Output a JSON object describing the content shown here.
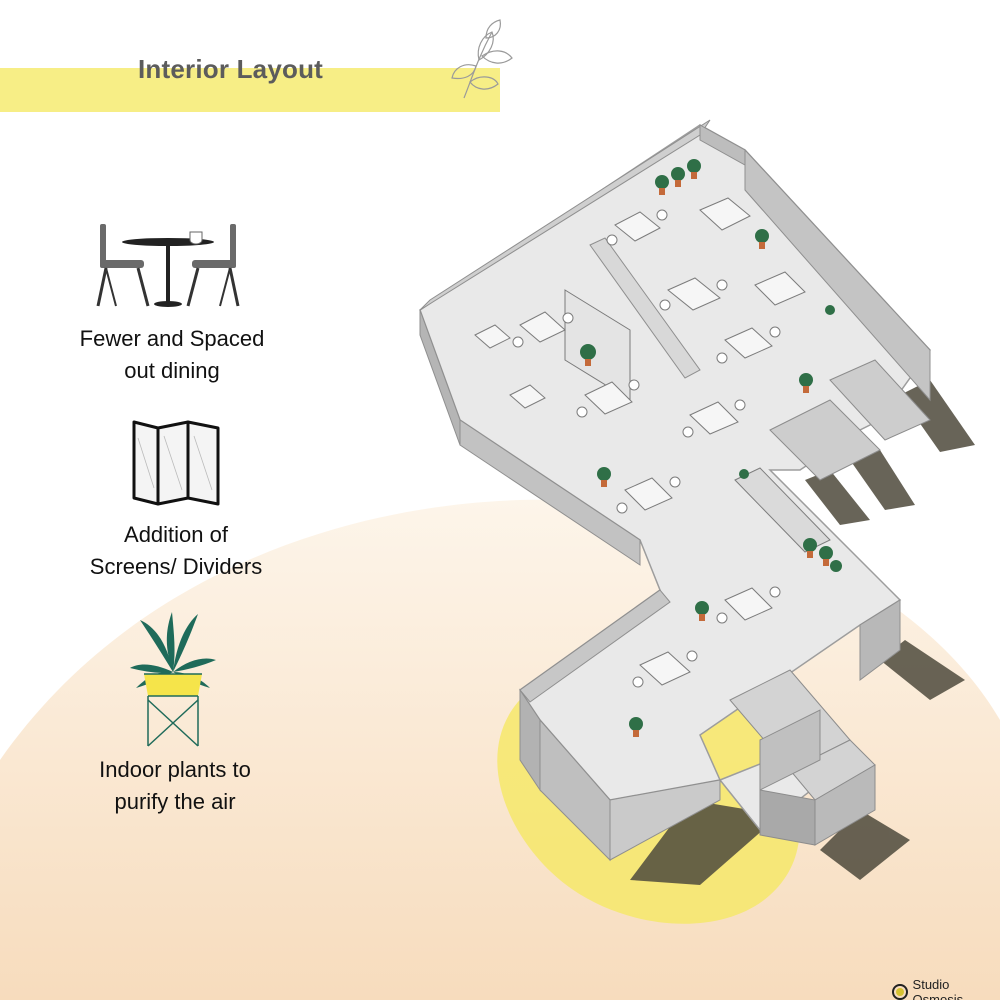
{
  "title": "Interior Layout",
  "colors": {
    "accent_yellow": "#f7ee86",
    "blob_yellow": "#f6e86a",
    "warm_gradient_top": "#fdf3e6",
    "warm_gradient_bottom": "#f6d9b8",
    "title_text": "#5c5c5c",
    "wall_grey": "#c9c9c9",
    "floor_light": "#ececec"
  },
  "features": [
    {
      "icon": "dining-table-icon",
      "label_line1": "Fewer and Spaced",
      "label_line2": "out dining"
    },
    {
      "icon": "folding-screen-icon",
      "label_line1": "Addition of",
      "label_line2": "Screens/ Dividers"
    },
    {
      "icon": "potted-plant-icon",
      "label_line1": "Indoor plants to",
      "label_line2": "purify the air"
    }
  ],
  "decor_icons": [
    "leaf-sprig-icon",
    "isometric-floor-plan"
  ],
  "brand": {
    "name": "Studio Osmosis",
    "icon": "osmosis-logo-icon"
  }
}
